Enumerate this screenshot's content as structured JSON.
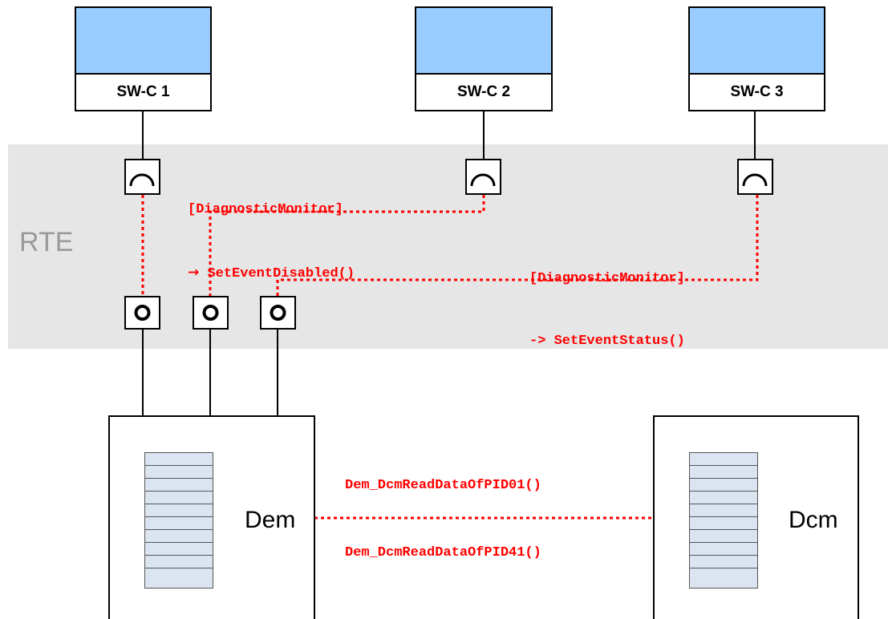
{
  "rte": {
    "label": "RTE"
  },
  "components": [
    {
      "label": "SW-C 1"
    },
    {
      "label": "SW-C 2"
    },
    {
      "label": "SW-C 3"
    }
  ],
  "modules": {
    "dem": {
      "label": "Dem"
    },
    "dcm": {
      "label": "Dcm"
    }
  },
  "calls": {
    "swc1": {
      "interface": "[DiagnosticMonitor]",
      "arrow": "→",
      "operation": " SetEventDisabled()"
    },
    "swc3": {
      "interface": "[DiagnosticMonitor]",
      "operation": "-> SetEventStatus()"
    },
    "dem_dcm": [
      "Dem_DcmReadDataOfPID01()",
      "Dem_DcmReadDataOfPID41()"
    ]
  },
  "colors": {
    "swc_fill": "#99ccff",
    "rte_band": "#e6e6e6",
    "call_text": "#ff0000",
    "table_fill": "#dbe5f1"
  }
}
